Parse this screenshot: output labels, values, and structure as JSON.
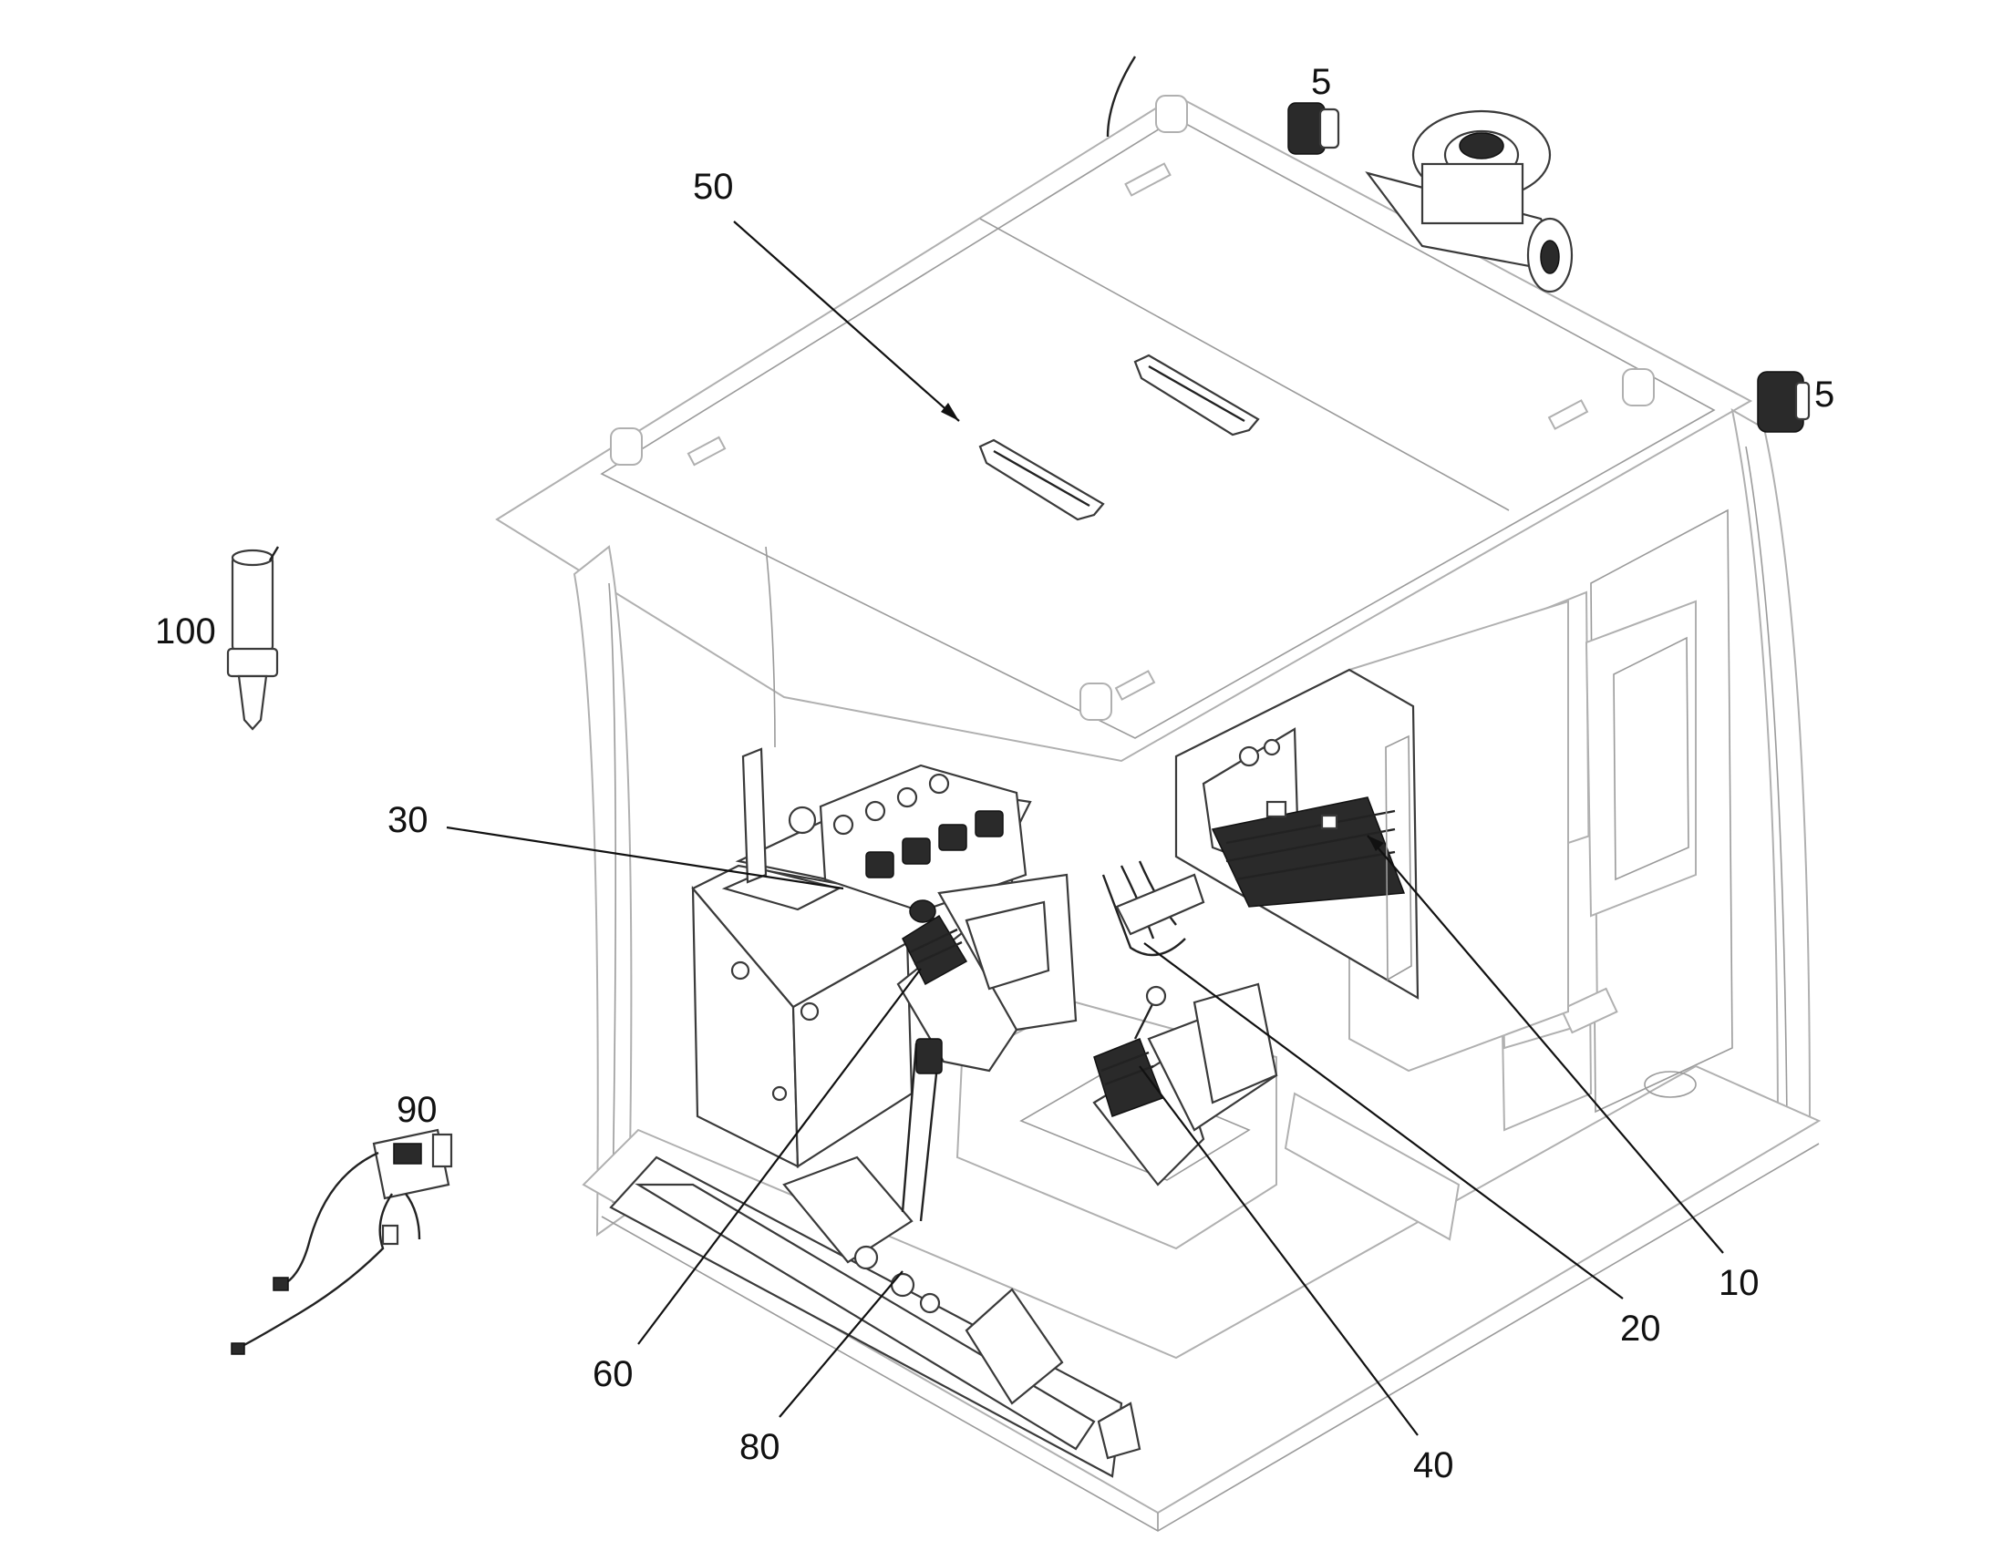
{
  "callouts": [
    {
      "id": "5a",
      "label": "5"
    },
    {
      "id": "5b",
      "label": "5"
    },
    {
      "id": "10",
      "label": "10"
    },
    {
      "id": "20",
      "label": "20"
    },
    {
      "id": "30",
      "label": "30"
    },
    {
      "id": "40",
      "label": "40"
    },
    {
      "id": "50",
      "label": "50"
    },
    {
      "id": "60",
      "label": "60"
    },
    {
      "id": "80",
      "label": "80"
    },
    {
      "id": "90",
      "label": "90"
    },
    {
      "id": "100",
      "label": "100"
    }
  ]
}
